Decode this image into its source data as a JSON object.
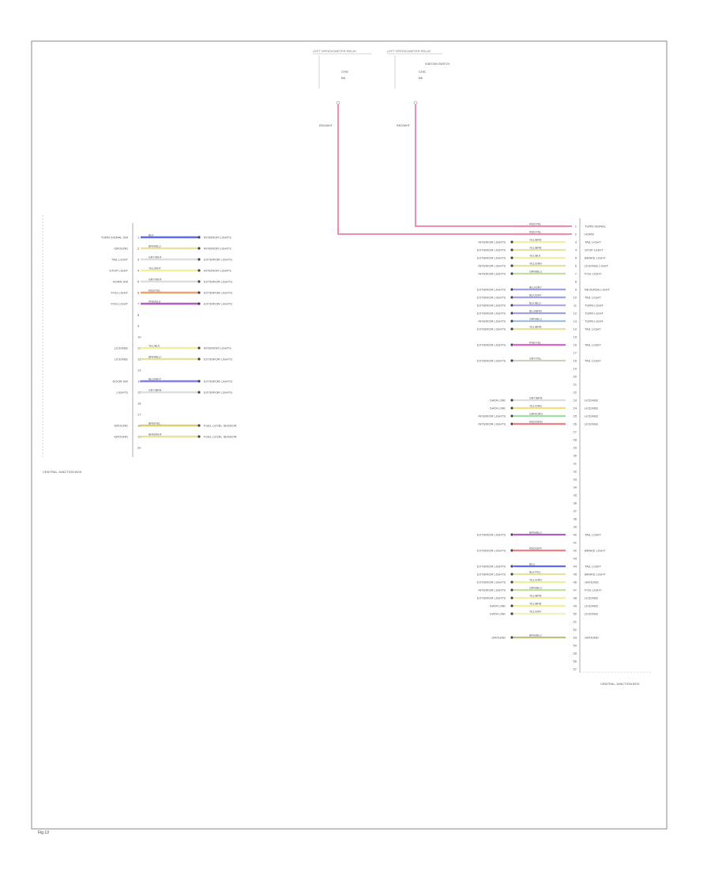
{
  "page_code": "Fig.13",
  "top_connectors": [
    {
      "ref": "LEFT SPEEDOMETER RELAY",
      "pins": [
        "CHG",
        "BK"
      ],
      "wire": "RED/WHT"
    },
    {
      "ref": "LEFT SPEEDOMETER RELAY",
      "pins": [
        "CHG",
        "BK"
      ],
      "wire": "RED/WHT",
      "note": "IGNITION SWITCH"
    }
  ],
  "left_module": {
    "label": "CENTRAL JUNCTION BOX",
    "rows": [
      {
        "pin": "1",
        "func": "TURN SIGNAL SW",
        "wire": "BLK",
        "color": "#5b6cf0",
        "dest": "INTERIOR LIGHTS"
      },
      {
        "pin": "2",
        "func": "GROUND",
        "wire": "BRN/BLU",
        "color": "#e8e0a0",
        "dest": "INTERIOR LIGHTS"
      },
      {
        "pin": "3",
        "func": "TAIL LIGHT",
        "wire": "GRY/WHT",
        "color": "#dddddd",
        "dest": "EXTERIOR LIGHTS"
      },
      {
        "pin": "4",
        "func": "STOP LIGHT",
        "wire": "YEL/WHT",
        "color": "#f0f0a0",
        "dest": "INTERIOR LIGHTS"
      },
      {
        "pin": "5",
        "func": "HORN SW",
        "wire": "GRY/WHT",
        "color": "#dddddd",
        "dest": "EXTERIOR LIGHTS"
      },
      {
        "pin": "6",
        "func": "FOG LIGHT",
        "wire": "RED/YEL",
        "color": "#f0a070",
        "dest": "EXTERIOR LIGHTS"
      },
      {
        "pin": "7",
        "func": "FOG LIGHT",
        "wire": "PNK/BLU",
        "color": "#b060c0",
        "dest": "EXTERIOR LIGHTS"
      },
      {
        "pin": "8",
        "func": "",
        "wire": "",
        "color": "",
        "dest": ""
      },
      {
        "pin": "9",
        "func": "",
        "wire": "",
        "color": "",
        "dest": ""
      },
      {
        "pin": "10",
        "func": "",
        "wire": "",
        "color": "",
        "dest": ""
      },
      {
        "pin": "11",
        "func": "LICENSE",
        "wire": "YEL/BLK",
        "color": "#f0f0a0",
        "dest": "INTERIOR LIGHTS"
      },
      {
        "pin": "12",
        "func": "LICENSE",
        "wire": "BRN/BLU",
        "color": "#e8e0a0",
        "dest": "EXTERIOR LIGHTS"
      },
      {
        "pin": "13",
        "func": "",
        "wire": "",
        "color": "",
        "dest": ""
      },
      {
        "pin": "14",
        "func": "DOOR SW",
        "wire": "BLU/WHT",
        "color": "#8080f0",
        "dest": "EXTERIOR LIGHTS"
      },
      {
        "pin": "15",
        "func": "LIGHTS",
        "wire": "GRY/BRN",
        "color": "#dddddd",
        "dest": "EXTERIOR LIGHTS"
      },
      {
        "pin": "16",
        "func": "",
        "wire": "",
        "color": "",
        "dest": ""
      },
      {
        "pin": "17",
        "func": "",
        "wire": "",
        "color": "",
        "dest": ""
      },
      {
        "pin": "18",
        "func": "GROUND",
        "wire": "BRN/YEL",
        "color": "#d8d070",
        "dest": "FUEL LEVEL SENSOR"
      },
      {
        "pin": "19",
        "func": "GROUND",
        "wire": "BRN/WHT",
        "color": "#e8e0a0",
        "dest": "FUEL LEVEL SENSOR"
      },
      {
        "pin": "20",
        "func": "",
        "wire": "",
        "color": "",
        "dest": ""
      }
    ]
  },
  "right_module": {
    "label": "CENTRAL JUNCTION BOX",
    "rows": [
      {
        "pin": "1",
        "func": "TURN SIGNAL",
        "wire": "RED/YEL",
        "color": "#f08cb0",
        "dest": ""
      },
      {
        "pin": "2",
        "func": "HORN",
        "wire": "RED/YEL",
        "color": "#f08cb0",
        "dest": ""
      },
      {
        "pin": "3",
        "func": "TAIL LIGHT",
        "wire": "YEL/BRN",
        "color": "#f0f0a0",
        "dest": "INTERIOR LIGHTS"
      },
      {
        "pin": "4",
        "func": "STOP LIGHT",
        "wire": "YEL/BRN",
        "color": "#e8e0a0",
        "dest": "EXTERIOR LIGHTS"
      },
      {
        "pin": "5",
        "func": "BRAKE LIGHT",
        "wire": "YEL/BLK",
        "color": "#f0f0a0",
        "dest": "EXTERIOR LIGHTS"
      },
      {
        "pin": "6",
        "func": "LICENSE LIGHT",
        "wire": "YEL/GRN",
        "color": "#e8e0a0",
        "dest": "INTERIOR LIGHTS"
      },
      {
        "pin": "7",
        "func": "FOG LIGHT",
        "wire": "GRN/BLU",
        "color": "#c0e0a0",
        "dest": "INTERIOR LIGHTS"
      },
      {
        "pin": "8",
        "func": "",
        "wire": "",
        "color": "",
        "dest": ""
      },
      {
        "pin": "9",
        "func": "REVERSE LIGHT",
        "wire": "BLU/GRY",
        "color": "#a0a0f0",
        "dest": "EXTERIOR LIGHTS"
      },
      {
        "pin": "10",
        "func": "TAIL LIGHT",
        "wire": "BLK/GRY",
        "color": "#a0a0f0",
        "dest": "EXTERIOR LIGHTS"
      },
      {
        "pin": "11",
        "func": "TURN LIGHT",
        "wire": "BLK/BLU",
        "color": "#b0a8f0",
        "dest": "EXTERIOR LIGHTS"
      },
      {
        "pin": "12",
        "func": "TURN LIGHT",
        "wire": "BLU/BRN",
        "color": "#a0a0f0",
        "dest": "EXTERIOR LIGHTS"
      },
      {
        "pin": "13",
        "func": "TURN LIGHT",
        "wire": "GRN/BLU",
        "color": "#a0c0e0",
        "dest": "INTERIOR LIGHTS"
      },
      {
        "pin": "14",
        "func": "TAIL LIGHT",
        "wire": "YEL/BRN",
        "color": "#e8e0a0",
        "dest": "EXTERIOR LIGHTS"
      },
      {
        "pin": "15",
        "func": "",
        "wire": "",
        "color": "",
        "dest": ""
      },
      {
        "pin": "16",
        "func": "TAIL LIGHT",
        "wire": "PNK/YEL",
        "color": "#e060d0",
        "dest": "EXTERIOR LIGHTS"
      },
      {
        "pin": "17",
        "func": "",
        "wire": "",
        "color": "",
        "dest": ""
      },
      {
        "pin": "18",
        "func": "TAIL LIGHT",
        "wire": "GRY/YEL",
        "color": "#d0d0c0",
        "dest": "EXTERIOR LIGHTS"
      },
      {
        "pin": "19",
        "func": "",
        "wire": "",
        "color": "",
        "dest": ""
      },
      {
        "pin": "20",
        "func": "",
        "wire": "",
        "color": "",
        "dest": ""
      },
      {
        "pin": "21",
        "func": "",
        "wire": "",
        "color": "",
        "dest": ""
      },
      {
        "pin": "22",
        "func": "",
        "wire": "",
        "color": "",
        "dest": ""
      },
      {
        "pin": "23",
        "func": "LICENSE",
        "wire": "GRY/BRN",
        "color": "#dddddd",
        "dest": "DATA LINK"
      },
      {
        "pin": "24",
        "func": "LICENSE",
        "wire": "YEL/ORG",
        "color": "#f0e080",
        "dest": "DATA LINK"
      },
      {
        "pin": "25",
        "func": "LICENSE",
        "wire": "GRN/ORG",
        "color": "#a0e0a0",
        "dest": "INTERIOR LIGHTS"
      },
      {
        "pin": "26",
        "func": "LICENSE",
        "wire": "RED/ORG",
        "color": "#f08080",
        "dest": "INTERIOR LIGHTS"
      },
      {
        "pin": "27",
        "func": "",
        "wire": "",
        "color": "",
        "dest": ""
      },
      {
        "pin": "28",
        "func": "",
        "wire": "",
        "color": "",
        "dest": ""
      },
      {
        "pin": "29",
        "func": "",
        "wire": "",
        "color": "",
        "dest": ""
      },
      {
        "pin": "30",
        "func": "",
        "wire": "",
        "color": "",
        "dest": ""
      },
      {
        "pin": "31",
        "func": "",
        "wire": "",
        "color": "",
        "dest": ""
      },
      {
        "pin": "32",
        "func": "",
        "wire": "",
        "color": "",
        "dest": ""
      },
      {
        "pin": "33",
        "func": "",
        "wire": "",
        "color": "",
        "dest": ""
      },
      {
        "pin": "34",
        "func": "",
        "wire": "",
        "color": "",
        "dest": ""
      },
      {
        "pin": "35",
        "func": "",
        "wire": "",
        "color": "",
        "dest": ""
      },
      {
        "pin": "36",
        "func": "",
        "wire": "",
        "color": "",
        "dest": ""
      },
      {
        "pin": "37",
        "func": "",
        "wire": "",
        "color": "",
        "dest": ""
      },
      {
        "pin": "38",
        "func": "",
        "wire": "",
        "color": "",
        "dest": ""
      },
      {
        "pin": "39",
        "func": "",
        "wire": "",
        "color": "",
        "dest": ""
      },
      {
        "pin": "40",
        "func": "TAIL LIGHT",
        "wire": "BRN/BLU",
        "color": "#b060c0",
        "dest": "EXTERIOR LIGHTS"
      },
      {
        "pin": "41",
        "func": "",
        "wire": "",
        "color": "",
        "dest": ""
      },
      {
        "pin": "42",
        "func": "BRAKE LIGHT",
        "wire": "RED/GRY",
        "color": "#f08080",
        "dest": "EXTERIOR LIGHTS"
      },
      {
        "pin": "43",
        "func": "",
        "wire": "",
        "color": "",
        "dest": ""
      },
      {
        "pin": "44",
        "func": "TAIL LIGHT",
        "wire": "BLU",
        "color": "#5b6cf0",
        "dest": "EXTERIOR LIGHTS"
      },
      {
        "pin": "45",
        "func": "BRAKE LIGHT",
        "wire": "BLK/YEL",
        "color": "#e8e0a0",
        "dest": "EXTERIOR LIGHTS"
      },
      {
        "pin": "46",
        "func": "GROUND",
        "wire": "YEL/GRN",
        "color": "#e8f0a0",
        "dest": "EXTERIOR LIGHTS"
      },
      {
        "pin": "47",
        "func": "FOG LIGHT",
        "wire": "GRN/BLU",
        "color": "#c0e0a0",
        "dest": "INTERIOR LIGHTS"
      },
      {
        "pin": "48",
        "func": "LICENSE",
        "wire": "YEL/BRN",
        "color": "#f0f0a0",
        "dest": "EXTERIOR LIGHTS"
      },
      {
        "pin": "49",
        "func": "LICENSE",
        "wire": "YEL/BRN",
        "color": "#f0f0a0",
        "dest": "DATA LINK"
      },
      {
        "pin": "50",
        "func": "LICENSE",
        "wire": "YEL/GRY",
        "color": "#f0f0c0",
        "dest": "DATA LINK"
      },
      {
        "pin": "51",
        "func": "",
        "wire": "",
        "color": "",
        "dest": ""
      },
      {
        "pin": "52",
        "func": "",
        "wire": "",
        "color": "",
        "dest": ""
      },
      {
        "pin": "53",
        "func": "GROUND",
        "wire": "BRN/BLU",
        "color": "#c0c080",
        "dest": "GROUND"
      },
      {
        "pin": "54",
        "func": "",
        "wire": "",
        "color": "",
        "dest": ""
      },
      {
        "pin": "55",
        "func": "",
        "wire": "",
        "color": "",
        "dest": ""
      },
      {
        "pin": "56",
        "func": "",
        "wire": "",
        "color": "",
        "dest": ""
      },
      {
        "pin": "57",
        "func": "",
        "wire": "",
        "color": "",
        "dest": ""
      }
    ]
  }
}
